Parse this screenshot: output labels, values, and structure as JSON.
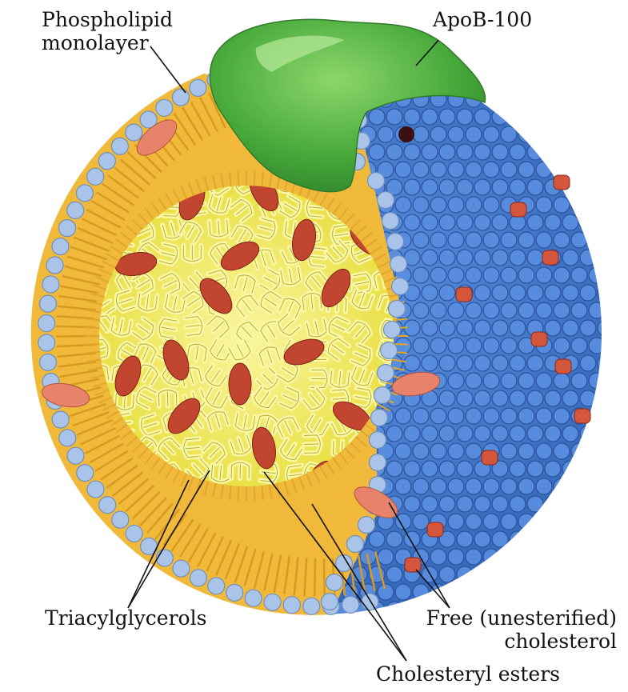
{
  "labels": {
    "phospholipid": "Phospholipid\nmonolayer",
    "apob": "ApoB-100",
    "triacylglycerols": "Triacylglycerols",
    "free_cholesterol_line1": "Free (unesterified)",
    "free_cholesterol_line2": "cholesterol",
    "cholesteryl_esters": "Cholesteryl esters"
  },
  "colors": {
    "phospholipid_head": "#a9c4e8",
    "phospholipid_tail": "#f0b93a",
    "core": "#f3ee4a",
    "triacylglycerol": "#fbf7a8",
    "cholesteryl_ester": "#c2452f",
    "apob": "#46a83a",
    "surface": "#3f74c6",
    "free_cholesterol": "#d2553c"
  }
}
